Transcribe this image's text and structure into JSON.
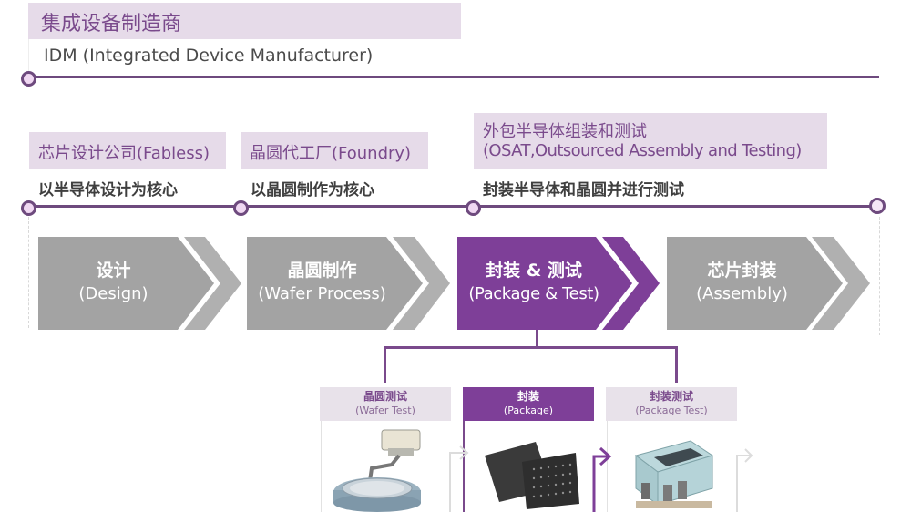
{
  "idm": {
    "title": "集成设备制造商",
    "subtitle": "IDM (Integrated Device Manufacturer)"
  },
  "roles": [
    {
      "title": "芯片设计公司(Fabless)",
      "desc": "以半导体设计为核心"
    },
    {
      "title": "晶圆代工厂(Foundry)",
      "desc": "以晶圆制作为核心"
    },
    {
      "title_line1": "外包半导体组装和测试",
      "title_line2": "(OSAT,Outsourced Assembly and Testing)",
      "desc": "封装半导体和晶圆并进行测试"
    }
  ],
  "stages": [
    {
      "cn": "设计",
      "en": "(Design)",
      "active": false
    },
    {
      "cn": "晶圆制作",
      "en": "(Wafer Process)",
      "active": false
    },
    {
      "cn": "封装 & 测试",
      "en": "(Package & Test)",
      "active": true
    },
    {
      "cn": "芯片封装",
      "en": "(Assembly)",
      "active": false
    }
  ],
  "sub_steps": [
    {
      "cn": "晶圆测试",
      "en": "(Wafer Test)",
      "active": false,
      "image": "wafer-prober-illustration"
    },
    {
      "cn": "封装",
      "en": "(Package)",
      "active": true,
      "image": "bga-chip-illustration"
    },
    {
      "cn": "封装测试",
      "en": "(Package Test)",
      "active": false,
      "image": "test-socket-illustration"
    }
  ],
  "colors": {
    "accent": "#7e3f98",
    "line": "#6e4a7e",
    "header_bg": "#e6dbe9",
    "stage_gray": "#a3a3a3",
    "chevron_gray": "#b0b0b0"
  }
}
